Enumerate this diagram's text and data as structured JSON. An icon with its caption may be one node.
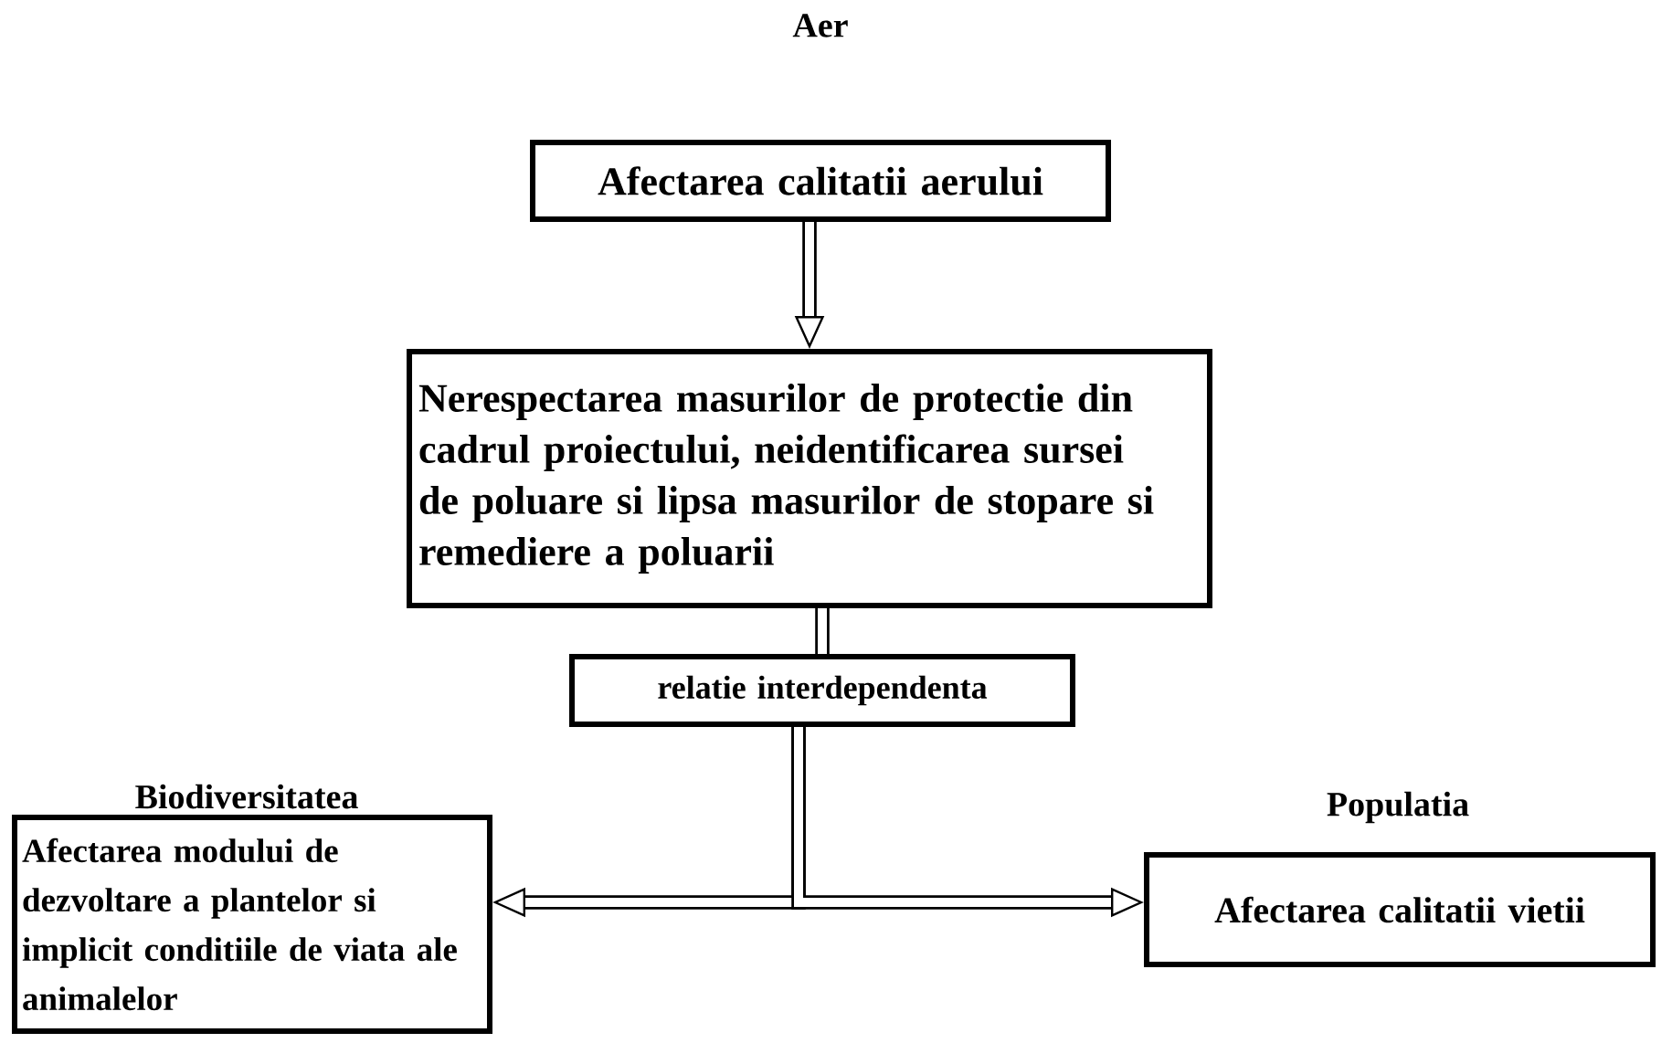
{
  "diagram": {
    "nodes": [
      {
        "text": [
          "Aer",
          "Afectarea calitatii aerului"
        ]
      },
      {
        "text": [
          "Nerespectarea masurilor de protectie din cadrul proiectului, neidentificarea sursei de poluare si lipsa masurilor de stopare si remediere a poluarii"
        ]
      },
      {
        "text": [
          "relatie interdependenta"
        ]
      },
      {
        "text": [
          "Biodiversitatea",
          "Afectarea modului de dezvoltare a plantelor si implicit conditiile de viata ale animalelor"
        ]
      },
      {
        "text": [
          "Populatia",
          "Afectarea calitatii vietii"
        ]
      }
    ],
    "edges": [
      {
        "from": 0,
        "to": 1,
        "arrow": "to"
      },
      {
        "from": 1,
        "to": 2,
        "arrow": "none"
      },
      {
        "from": 2,
        "to": 3,
        "arrow": "to"
      },
      {
        "from": 2,
        "to": 4,
        "arrow": "to"
      }
    ]
  }
}
